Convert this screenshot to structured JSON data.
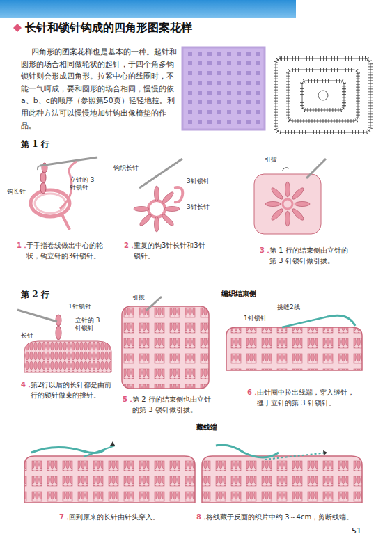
{
  "diagram": {
    "title": "长针和锁针钩成的四角形图案花样",
    "labels": [
      "四角形的图案花样也是基本的一种。起针和圆形的场合相同做轮状的起针，于四个角多钩锁针则会形成四角形。拉紧中心的线圈时，不能一气呵成，要和圆形的场合相同，慢慢的依a、b、c的顺序（参照第50页）轻轻地拉。利用此种方法可以慢慢地加针钩出像椅垫的作品。",
      "第 1 行",
      "钩长针",
      "立针的 3 针锁针",
      "1．",
      "于手指卷线做出中心的轮状，钩立针的3针锁针。",
      "钩织长针",
      "3针锁针",
      "3针长针",
      "2．",
      "重复的钩3针长针和3针锁针。",
      "引拔",
      "3．",
      "第 1 行的结束侧由立针的第 3 针锁针做引拔。",
      "第 2 行",
      "1针锁针",
      "立针的 3 针锁针",
      "长针",
      "4．",
      "第2行以后的长针都是由前行的锁针做束的挑针。",
      "引拔",
      "5．",
      "第 2 行的结束侧也由立针的第 3 锁针做引拔。",
      "编织结束侧",
      "挑缝2线",
      "1针锁针",
      "6．",
      "由针圈中拉出线端，穿入缝针，缝于立针的第 3 针锁针。",
      "藏线端",
      "7．",
      "回到原来的长针由针头穿入。",
      "8．",
      "将线藏于反面的织片中约 3～4cm，剪断线端。",
      "51"
    ]
  }
}
